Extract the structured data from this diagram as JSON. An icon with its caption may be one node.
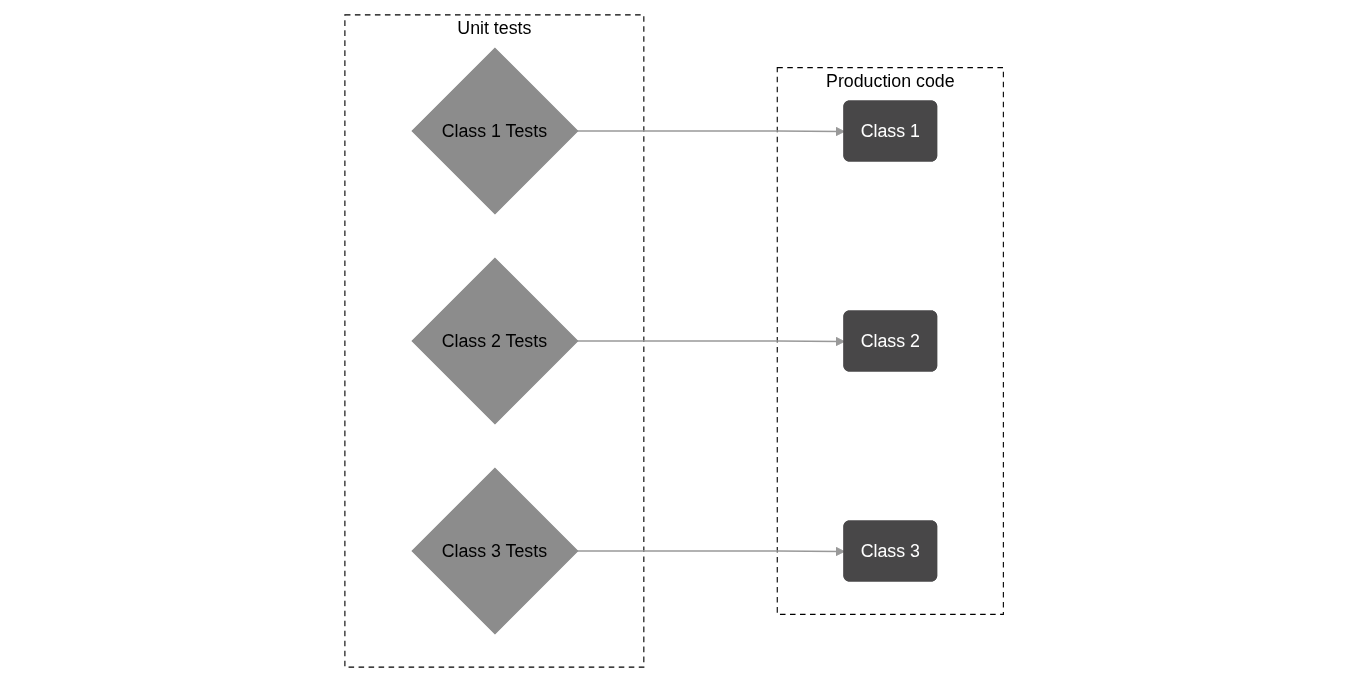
{
  "diagram": {
    "nodes": [
      {
        "text": [
          "Unit tests"
        ]
      },
      {
        "text": [
          "Class 1 Tests"
        ],
        "in": 0
      },
      {
        "text": [
          "Class 2 Tests"
        ],
        "in": 0
      },
      {
        "text": [
          "Class 3 Tests"
        ],
        "in": 0
      },
      {
        "text": [
          "Production code"
        ]
      },
      {
        "text": [
          "Class 1"
        ],
        "in": 4
      },
      {
        "text": [
          "Class 2"
        ],
        "in": 4
      },
      {
        "text": [
          "Class 3"
        ],
        "in": 4
      }
    ],
    "edges": [
      {
        "from": 1,
        "to": 5,
        "arrow": "to"
      },
      {
        "from": 2,
        "to": 6,
        "arrow": "to"
      },
      {
        "from": 3,
        "to": 7,
        "arrow": "to"
      }
    ]
  }
}
